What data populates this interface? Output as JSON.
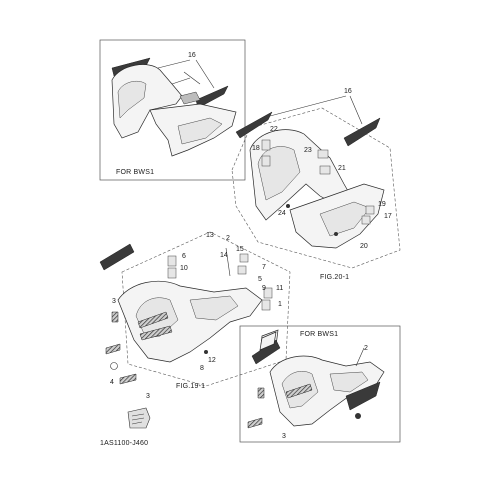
{
  "labels": {
    "p16a": "16",
    "p16b": "16",
    "p22": "22",
    "p18": "18",
    "p23": "23",
    "p21": "21",
    "p24": "24",
    "p19": "19",
    "p17": "17",
    "p20": "20",
    "p13": "13",
    "p2a": "2",
    "p6": "6",
    "p10": "10",
    "p14": "14",
    "p15": "15",
    "p7": "7",
    "p5": "5",
    "p9": "9",
    "p11": "11",
    "p1": "1",
    "p3a": "3",
    "p12": "12",
    "p8": "8",
    "p4": "4",
    "p3b": "3",
    "p2b": "2",
    "p3c": "3"
  },
  "captions": {
    "for_bws1_top": "FOR BWS1",
    "for_bws1_bottom": "FOR BWS1",
    "fig_20_1": "FIG.20-1",
    "fig_19_1": "FIG.19-1",
    "drawing_code": "1AS1100-J460"
  },
  "colors": {
    "line": "#333333",
    "dark_decal": "#3a3a3a",
    "background": "#ffffff"
  }
}
